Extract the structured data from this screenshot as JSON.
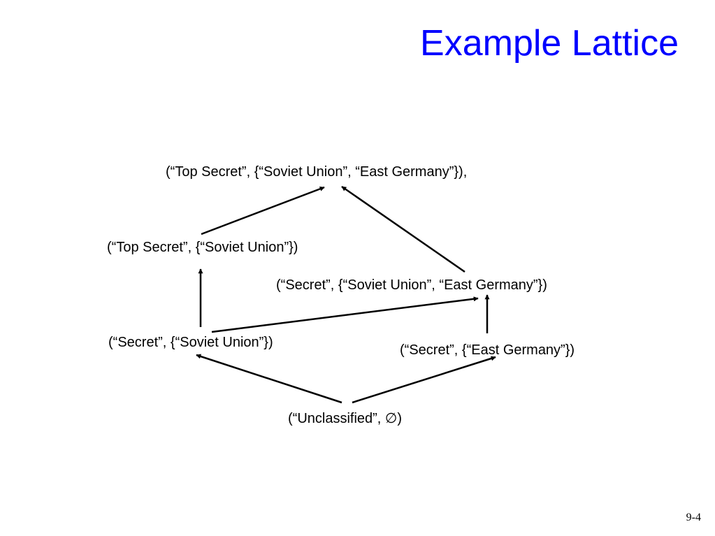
{
  "slide": {
    "title": "Example Lattice",
    "slide_number": "9-4",
    "title_color": "#0000FF"
  },
  "lattice": {
    "nodes": {
      "top": "(“Top Secret”, {“Soviet Union”, “East Germany”}),",
      "ts_su": "(“Top Secret”, {“Soviet Union”})",
      "s_su_eg": "(“Secret”, {“Soviet Union”, “East Germany”})",
      "s_su": "(“Secret”, {“Soviet Union”})",
      "s_eg": "(“Secret”, {“East Germany”})",
      "uncl": "(“Unclassified”, ∅)"
    },
    "edges": [
      {
        "from": "uncl",
        "to": "s_su"
      },
      {
        "from": "uncl",
        "to": "s_eg"
      },
      {
        "from": "s_su",
        "to": "ts_su"
      },
      {
        "from": "s_su",
        "to": "s_su_eg"
      },
      {
        "from": "s_eg",
        "to": "s_su_eg"
      },
      {
        "from": "ts_su",
        "to": "top"
      },
      {
        "from": "s_su_eg",
        "to": "top"
      }
    ]
  }
}
